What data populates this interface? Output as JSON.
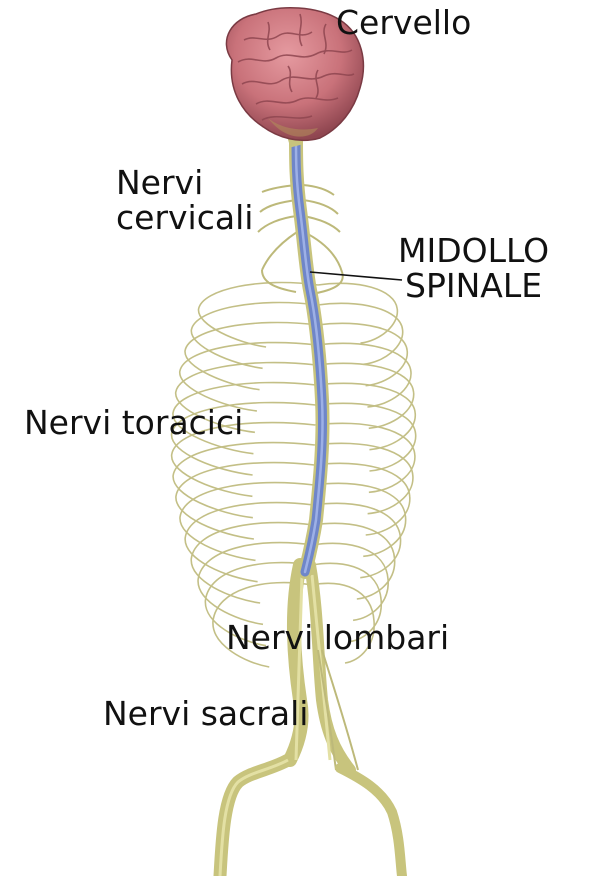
{
  "labels": {
    "brain": "Cervello",
    "cervical_line1": "Nervi",
    "cervical_line2": "cervicali",
    "cord_line1": "MIDOLLO",
    "cord_line2": "SPINALE",
    "thoracic": "Nervi toracici",
    "lumbar": "Nervi lombari",
    "sacral": "Nervi sacrali"
  },
  "colors": {
    "brain": "#c9727a",
    "brain_shadow": "#8f4650",
    "spinal_cord": "#6f86c9",
    "nerve": "#d2cf86",
    "nerve_dark": "#aaa658",
    "text": "#111111"
  }
}
